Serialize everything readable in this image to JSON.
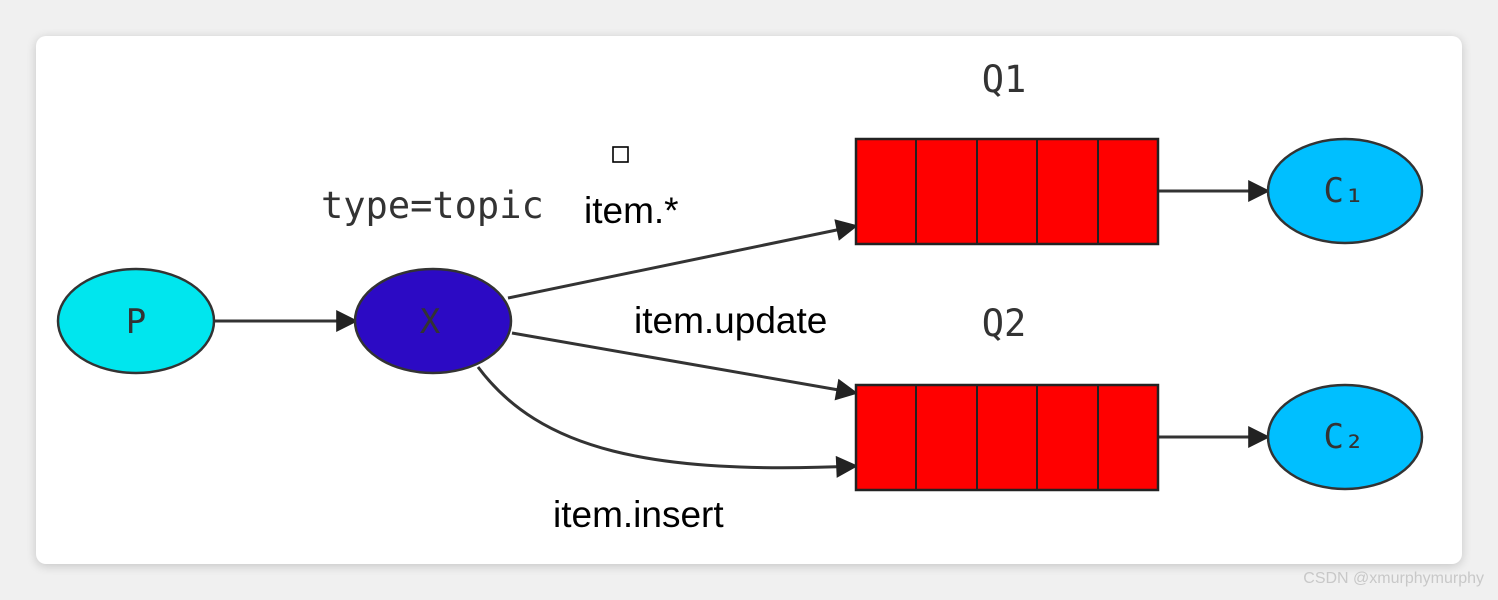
{
  "colors": {
    "producer": "#00e6ee",
    "exchange": "#2c0ac4",
    "queue": "#ff0000",
    "consumer": "#00bfff",
    "stroke": "#333333",
    "edge": "#333333"
  },
  "producer": {
    "label": "P"
  },
  "exchange": {
    "label": "X",
    "type_label": "type=topic"
  },
  "queues": [
    {
      "name": "Q1"
    },
    {
      "name": "Q2"
    }
  ],
  "consumers": [
    {
      "label": "C₁"
    },
    {
      "label": "C₂"
    }
  ],
  "bindings": {
    "q1": "item.*",
    "q2_update": "item.update",
    "q2_insert": "item.insert"
  },
  "watermark": "CSDN @xmurphymurphy"
}
